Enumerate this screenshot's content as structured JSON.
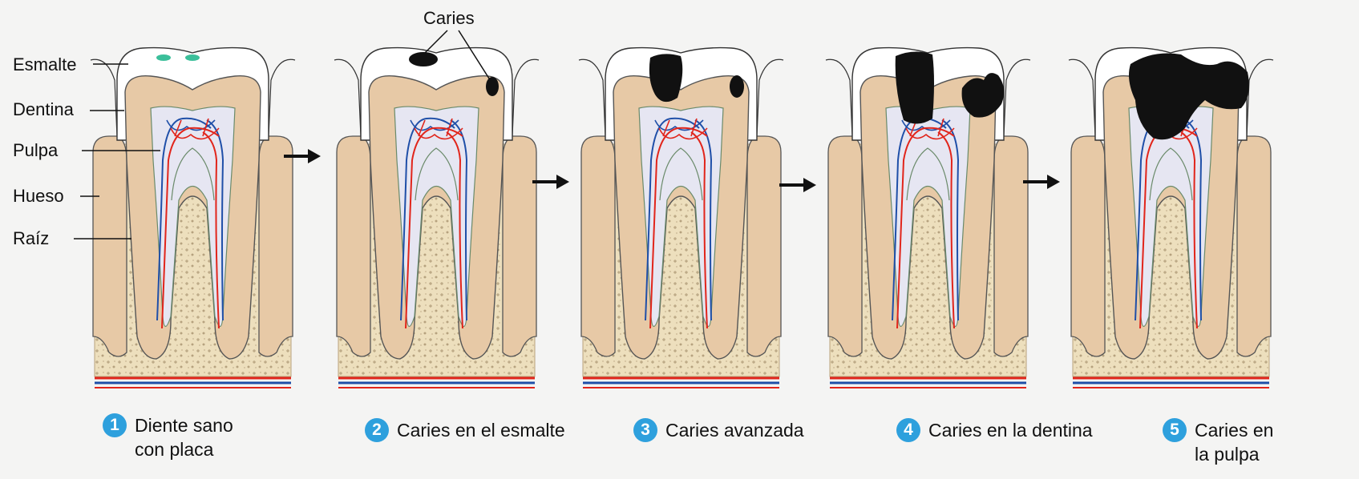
{
  "labels": {
    "esmalte": "Esmalte",
    "dentina": "Dentina",
    "pulpa": "Pulpa",
    "hueso": "Hueso",
    "raiz": "Raíz",
    "caries": "Caries"
  },
  "stages": [
    {
      "number": "1",
      "line1": "Diente sano",
      "line2": "con placa"
    },
    {
      "number": "2",
      "line1": "Caries en el esmalte",
      "line2": ""
    },
    {
      "number": "3",
      "line1": "Caries avanzada",
      "line2": ""
    },
    {
      "number": "4",
      "line1": "Caries en la dentina",
      "line2": ""
    },
    {
      "number": "5",
      "line1": "Caries en",
      "line2": "la pulpa"
    }
  ],
  "colors": {
    "bone": "#eadcb8",
    "dentin": "#e7c9a6",
    "pulp": "#e6e6f2",
    "artery": "#e1251b",
    "vein": "#1f4fa8",
    "caries": "#111111",
    "badge": "#2ea0dd",
    "plaque": "#3bbf9a"
  }
}
